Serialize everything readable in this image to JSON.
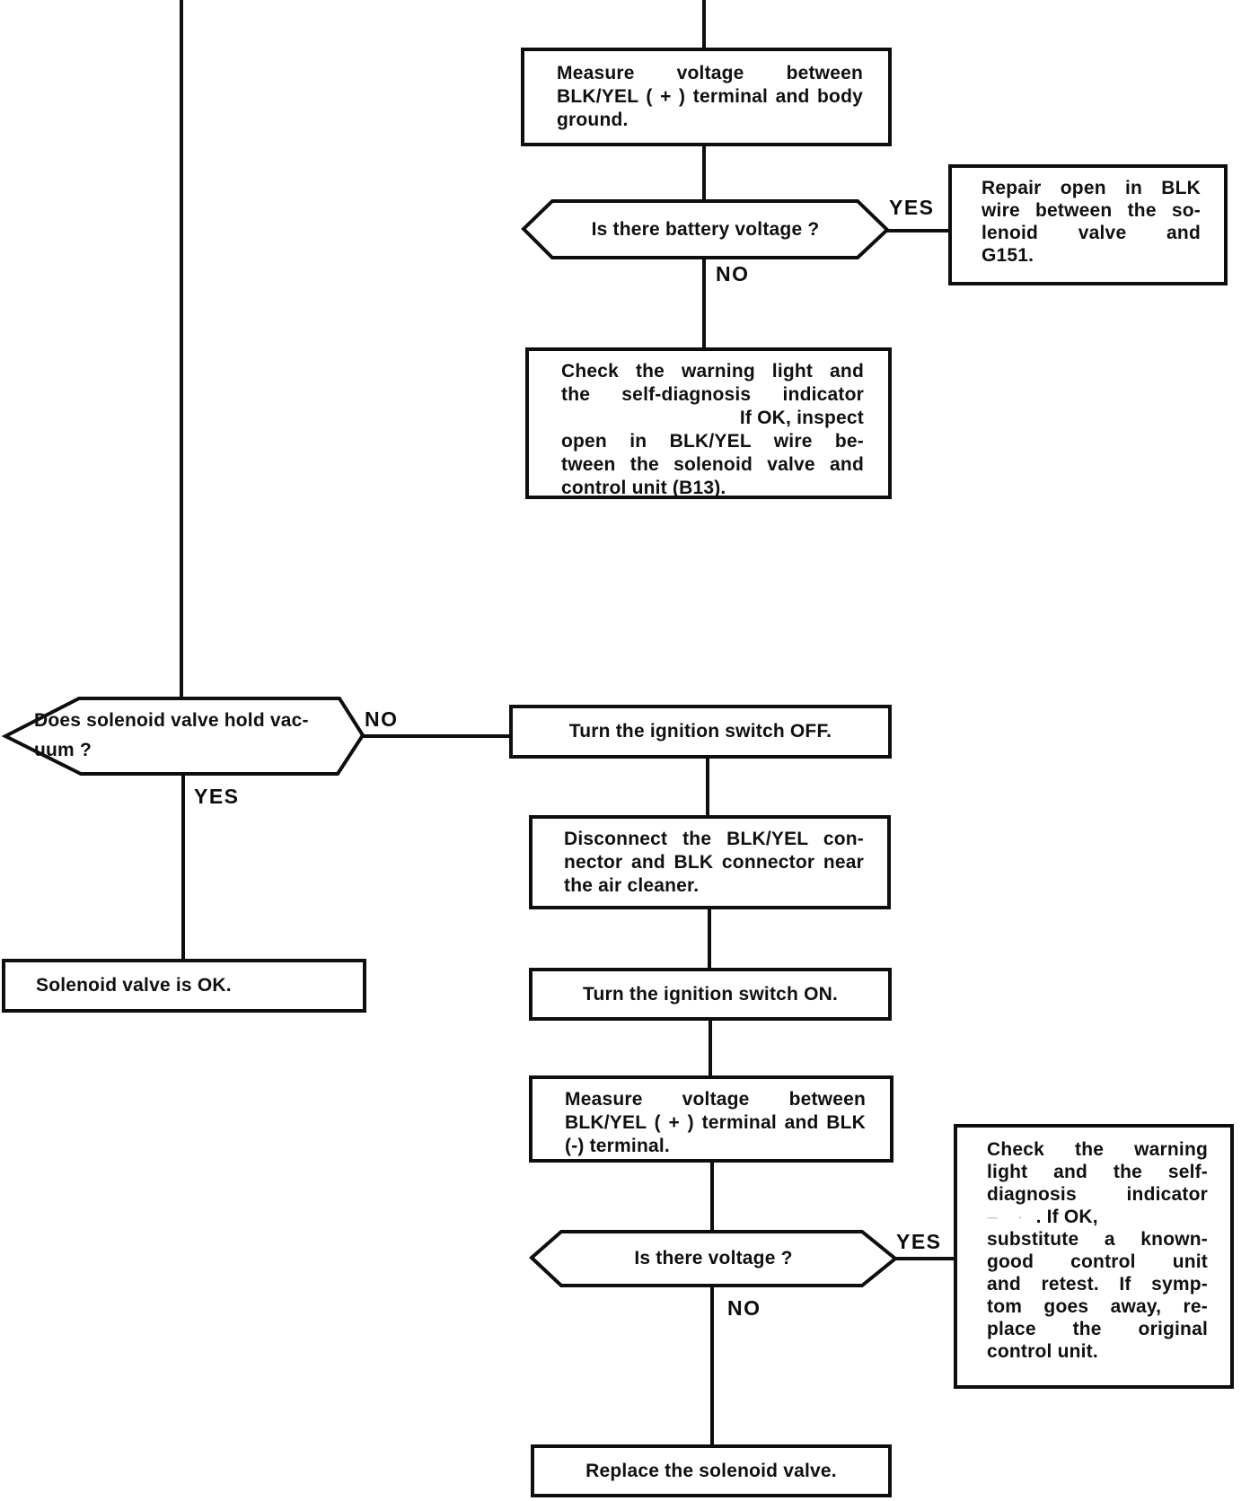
{
  "page": {
    "background": "#ffffff",
    "ink": "#0e0e0e"
  },
  "nodes": {
    "measure_body_ground": {
      "lines": [
        "Measure voltage between",
        "BLK/YEL ( + ) terminal and body",
        "ground."
      ]
    },
    "is_battery_voltage": {
      "label": "Is there battery voltage ?"
    },
    "repair_open_blk": {
      "lines": [
        "Repair open in BLK",
        "wire between the so-",
        "lenoid valve and",
        "G151."
      ]
    },
    "check_warning_1": {
      "lines": [
        "Check the warning light and",
        "the self-diagnosis indicator",
        "If OK, inspect",
        "open in BLK/YEL wire be-",
        "tween the solenoid valve and",
        "control unit (B13)."
      ]
    },
    "does_hold_vacuum": {
      "lines": [
        "Does solenoid valve hold vac-",
        "uum ?"
      ]
    },
    "ignition_off": {
      "label": "Turn the ignition switch OFF."
    },
    "solenoid_ok": {
      "label": "Solenoid valve is OK."
    },
    "disconnect_connectors": {
      "lines": [
        "Disconnect the BLK/YEL con-",
        "nector and BLK connector near",
        "the air cleaner."
      ]
    },
    "ignition_on": {
      "label": "Turn the ignition switch ON."
    },
    "measure_blk_terminal": {
      "lines": [
        "Measure voltage between",
        "BLK/YEL ( + ) terminal and BLK",
        "(-) terminal."
      ]
    },
    "is_voltage": {
      "label": "Is there voltage ?"
    },
    "check_warning_2": {
      "faint_marks": "– ·",
      "lines": [
        "Check the warning",
        "light and the self-",
        "diagnosis indicator",
        ". If OK,",
        "substitute a known-",
        "good control unit",
        "and retest. If symp-",
        "tom goes away, re-",
        "place the original",
        "control unit."
      ]
    },
    "replace_valve": {
      "label": "Replace the solenoid valve."
    }
  },
  "branch_labels": {
    "battery_yes": "YES",
    "battery_no": "NO",
    "vacuum_no": "NO",
    "vacuum_yes": "YES",
    "voltage_yes": "YES",
    "voltage_no": "NO"
  }
}
